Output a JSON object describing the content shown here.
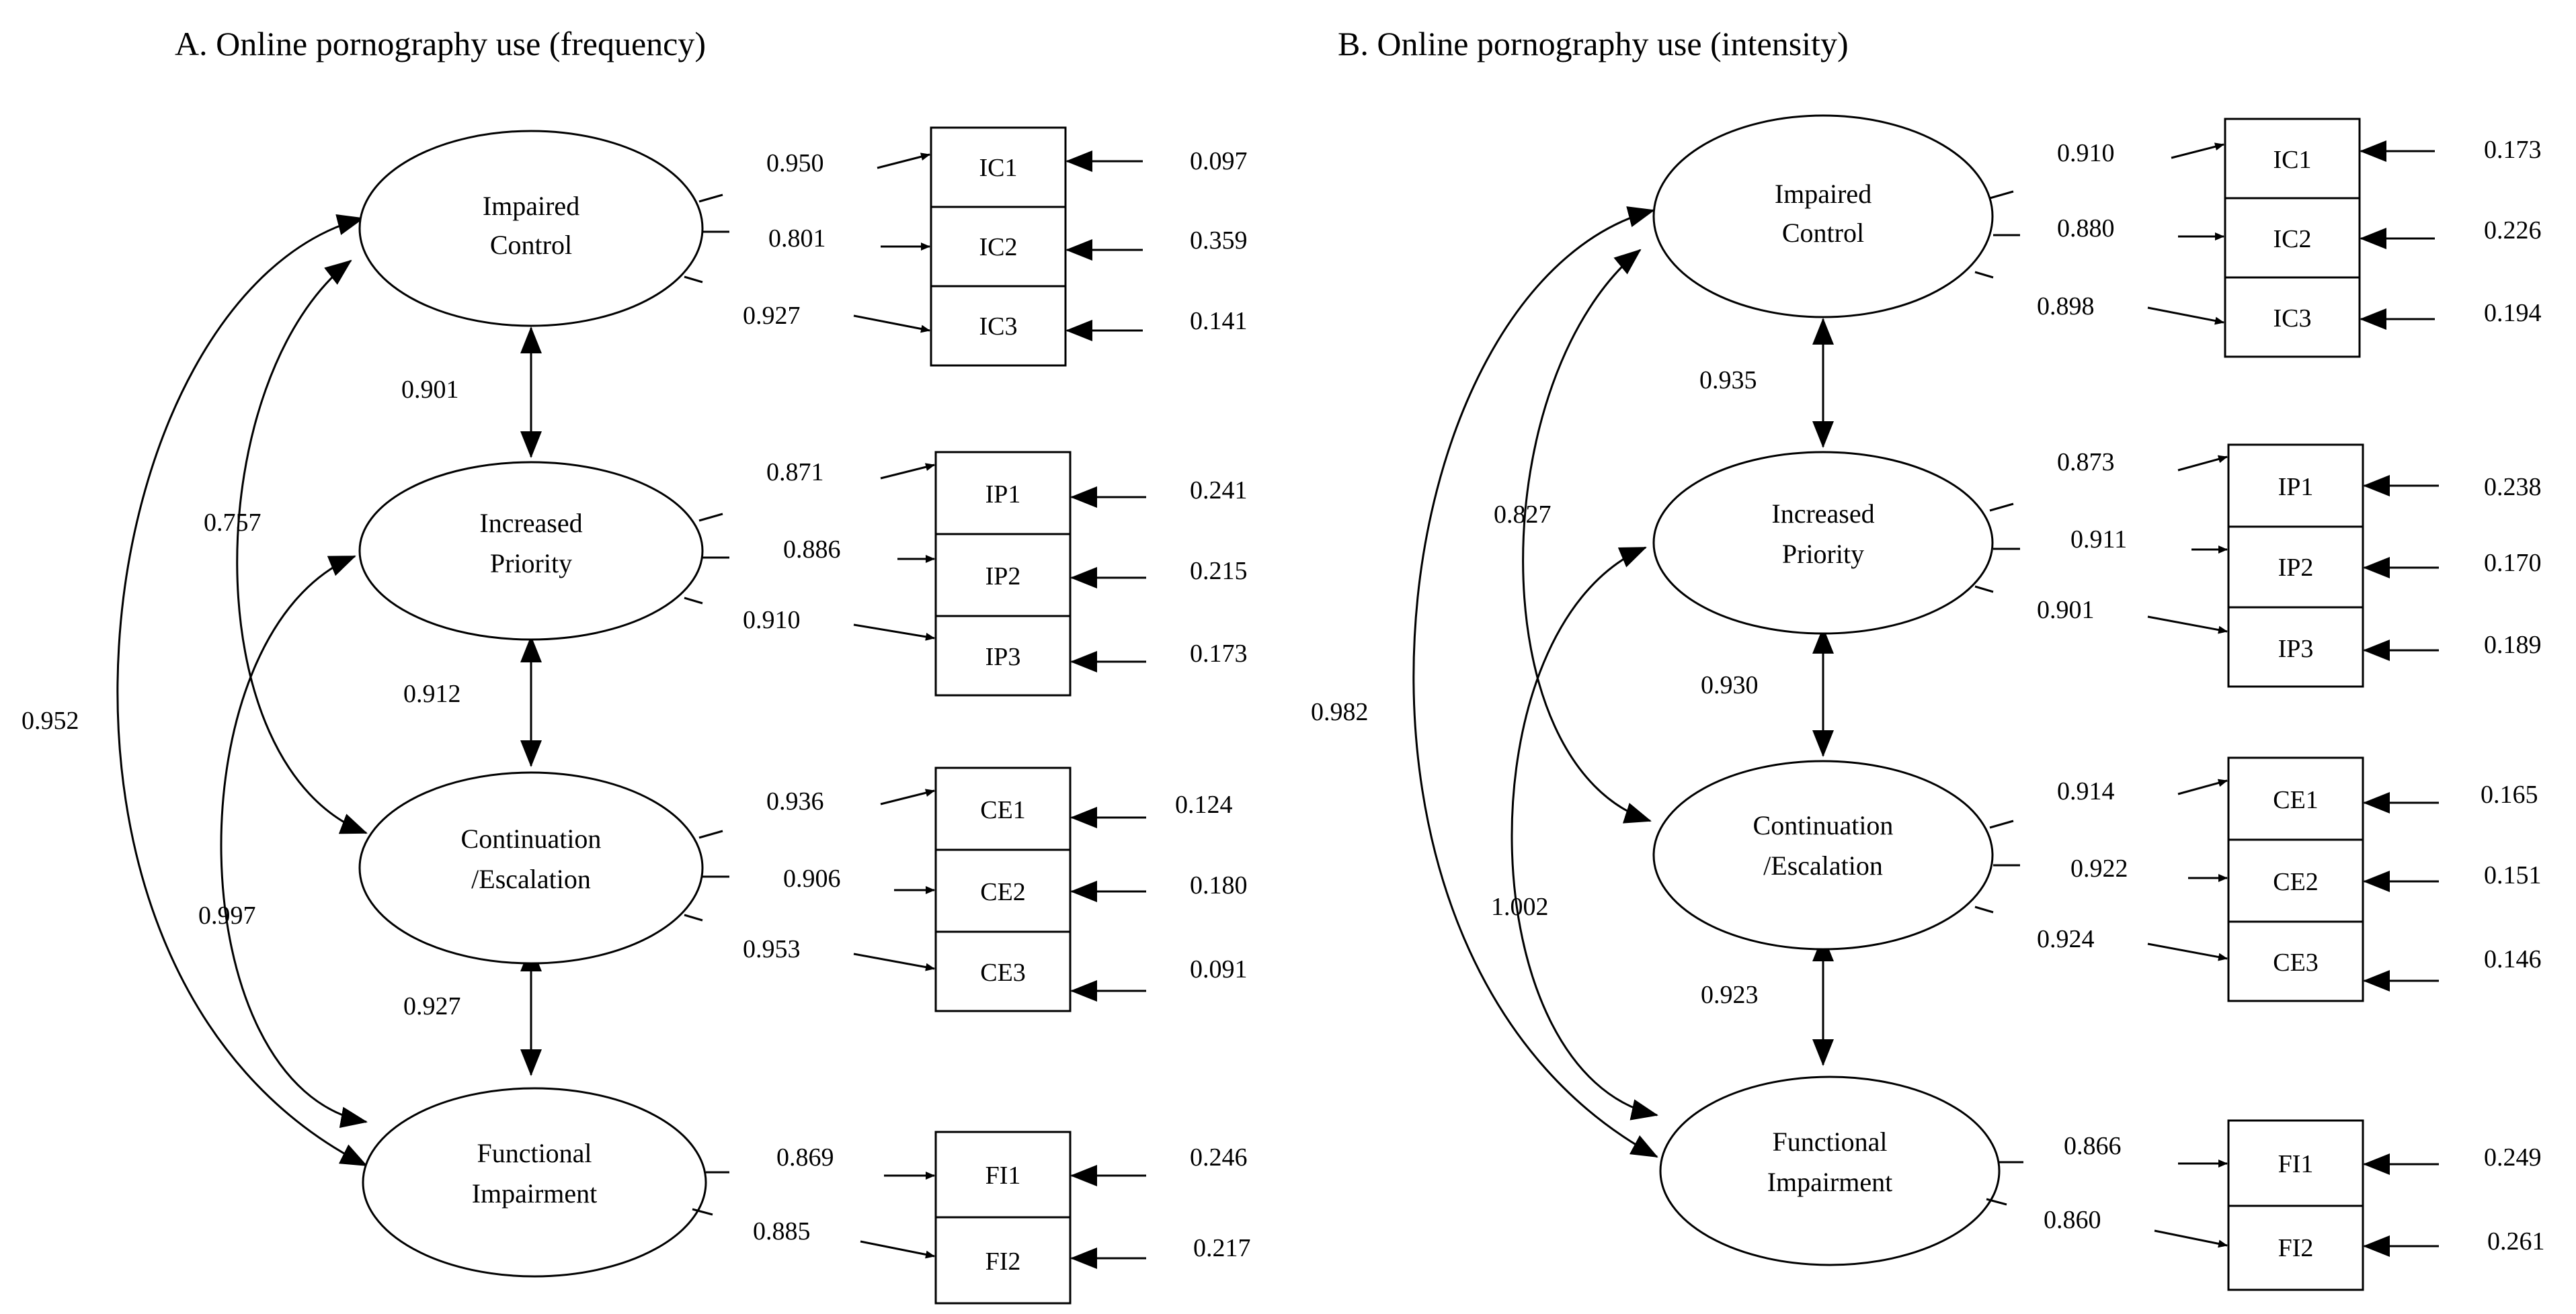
{
  "colors": {
    "ink": "#000000",
    "background": "#ffffff"
  },
  "panels": [
    {
      "title": "A. Online pornography use (frequency)",
      "factors": [
        {
          "lines": [
            "Impaired",
            "Control"
          ]
        },
        {
          "lines": [
            "Increased",
            "Priority"
          ]
        },
        {
          "lines": [
            "Continuation",
            "/Escalation"
          ]
        },
        {
          "lines": [
            "Functional",
            "Impairment"
          ]
        }
      ],
      "indicators": [
        {
          "label": "IC1",
          "loading": "0.950",
          "error": "0.097"
        },
        {
          "label": "IC2",
          "loading": "0.801",
          "error": "0.359"
        },
        {
          "label": "IC3",
          "loading": "0.927",
          "error": "0.141"
        },
        {
          "label": "IP1",
          "loading": "0.871",
          "error": "0.241"
        },
        {
          "label": "IP2",
          "loading": "0.886",
          "error": "0.215"
        },
        {
          "label": "IP3",
          "loading": "0.910",
          "error": "0.173"
        },
        {
          "label": "CE1",
          "loading": "0.936",
          "error": "0.124"
        },
        {
          "label": "CE2",
          "loading": "0.906",
          "error": "0.180"
        },
        {
          "label": "CE3",
          "loading": "0.953",
          "error": "0.091"
        },
        {
          "label": "FI1",
          "loading": "0.869",
          "error": "0.246"
        },
        {
          "label": "FI2",
          "loading": "0.885",
          "error": "0.217"
        }
      ],
      "adjacent_correlations": [
        "0.901",
        "0.912",
        "0.927"
      ],
      "curved_correlations": [
        {
          "between": "Impaired Control – Functional Impairment",
          "value": "0.952"
        },
        {
          "between": "Impaired Control – Continuation/Escalation",
          "value": "0.757"
        },
        {
          "between": "Increased Priority – Functional Impairment",
          "value": "0.997"
        }
      ]
    },
    {
      "title": "B. Online pornography use (intensity)",
      "factors": [
        {
          "lines": [
            "Impaired",
            "Control"
          ]
        },
        {
          "lines": [
            "Increased",
            "Priority"
          ]
        },
        {
          "lines": [
            "Continuation",
            "/Escalation"
          ]
        },
        {
          "lines": [
            "Functional",
            "Impairment"
          ]
        }
      ],
      "indicators": [
        {
          "label": "IC1",
          "loading": "0.910",
          "error": "0.173"
        },
        {
          "label": "IC2",
          "loading": "0.880",
          "error": "0.226"
        },
        {
          "label": "IC3",
          "loading": "0.898",
          "error": "0.194"
        },
        {
          "label": "IP1",
          "loading": "0.873",
          "error": "0.238"
        },
        {
          "label": "IP2",
          "loading": "0.911",
          "error": "0.170"
        },
        {
          "label": "IP3",
          "loading": "0.901",
          "error": "0.189"
        },
        {
          "label": "CE1",
          "loading": "0.914",
          "error": "0.165"
        },
        {
          "label": "CE2",
          "loading": "0.922",
          "error": "0.151"
        },
        {
          "label": "CE3",
          "loading": "0.924",
          "error": "0.146"
        },
        {
          "label": "FI1",
          "loading": "0.866",
          "error": "0.249"
        },
        {
          "label": "FI2",
          "loading": "0.860",
          "error": "0.261"
        }
      ],
      "adjacent_correlations": [
        "0.935",
        "0.930",
        "0.923"
      ],
      "curved_correlations": [
        {
          "between": "Impaired Control – Functional Impairment",
          "value": "0.982"
        },
        {
          "between": "Impaired Control – Continuation/Escalation",
          "value": "0.827"
        },
        {
          "between": "Increased Priority – Functional Impairment",
          "value": "1.002"
        }
      ]
    }
  ]
}
